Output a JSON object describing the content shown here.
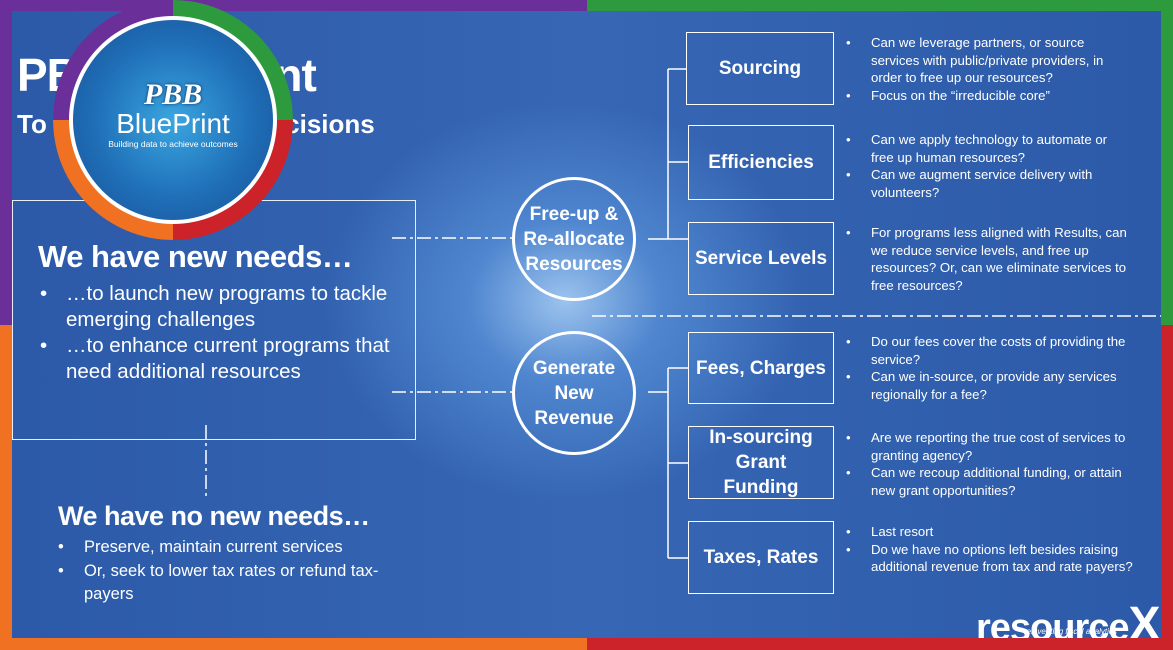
{
  "title": "PBB Blueprint",
  "subtitle": "To Inform Funding Decisions",
  "logo": {
    "brand": "PBB",
    "name": "BluePrint",
    "tagline": "Building data to achieve outcomes"
  },
  "needs": {
    "title": "We have new needs…",
    "items": [
      "…to launch new programs to tackle emerging challenges",
      "…to enhance current programs that need additional resources"
    ]
  },
  "no_needs": {
    "title": "We have no new needs…",
    "items": [
      "Preserve, maintain current services",
      "Or, seek to lower tax rates or refund tax-payers"
    ]
  },
  "circles": {
    "free_up": "Free-up & Re-allocate Resources",
    "revenue": "Generate New Revenue"
  },
  "options": [
    {
      "label": "Sourcing",
      "questions": [
        "Can we leverage partners, or source services with public/private providers, in order to free up our resources?",
        "Focus on the “irreducible core”"
      ]
    },
    {
      "label": "Efficiencies",
      "questions": [
        "Can we apply technology to automate or free up human resources?",
        "Can we augment service delivery with volunteers?"
      ]
    },
    {
      "label": "Service Levels",
      "questions": [
        "For programs less aligned with Results, can we reduce service levels, and free up resources? Or, can we eliminate services to free resources?"
      ]
    },
    {
      "label": "Fees, Charges",
      "questions": [
        "Do our fees cover the costs of providing the service?",
        "Can we in-source, or provide any services regionally for a fee?"
      ]
    },
    {
      "label": "In-sourcing Grant Funding",
      "questions": [
        "Are we reporting the true cost of services to granting agency?",
        "Can we recoup additional funding, or attain new grant opportunities?"
      ]
    },
    {
      "label": "Taxes, Rates",
      "questions": [
        "Last resort",
        "Do we have no options left besides raising additional revenue from tax and rate payers?"
      ]
    }
  ],
  "brand": {
    "name": "resource",
    "x": "X",
    "tagline": "reinventing fiscal analytics"
  },
  "colors": {
    "purple": "#6b2f99",
    "green": "#2e9a3e",
    "orange": "#f07121",
    "red": "#cc2229",
    "background": "#3060b0"
  }
}
